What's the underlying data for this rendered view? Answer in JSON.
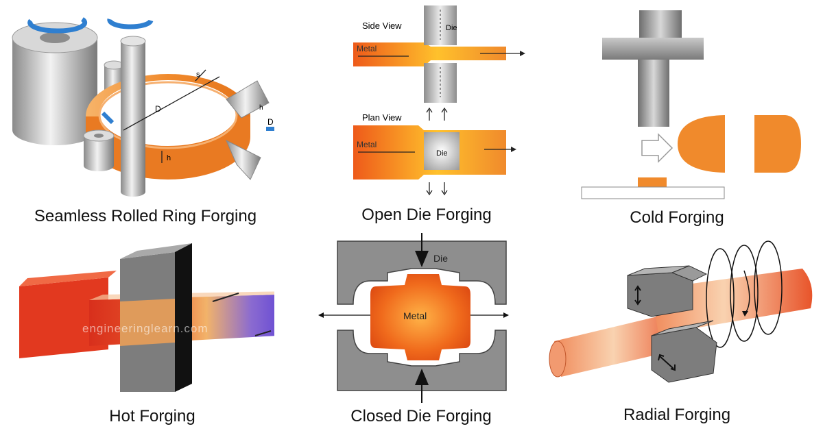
{
  "panels": [
    {
      "caption": "Seamless Rolled Ring Forging",
      "labels": {
        "s": "s",
        "d_inner": "D",
        "d_outer": "D",
        "h_ring": "h",
        "h_roll": "h"
      }
    },
    {
      "caption": "Open Die Forging",
      "labels": {
        "side_view": "Side View",
        "plan_view": "Plan View",
        "metal_side": "Metal",
        "metal_plan": "Metal",
        "die_side": "Die",
        "die_plan": "Die"
      }
    },
    {
      "caption": "Cold Forging"
    },
    {
      "caption": "Hot Forging",
      "watermark": "engineeringlearn.com"
    },
    {
      "caption": "Closed Die Forging",
      "labels": {
        "die": "Die",
        "metal": "Metal"
      }
    },
    {
      "caption": "Radial Forging"
    }
  ],
  "colors": {
    "orange": "#f08a2c",
    "steel": "#9a9a9a",
    "blue": "#2f7fd0",
    "violet": "#5b3fd6",
    "red": "#d92e1e"
  }
}
